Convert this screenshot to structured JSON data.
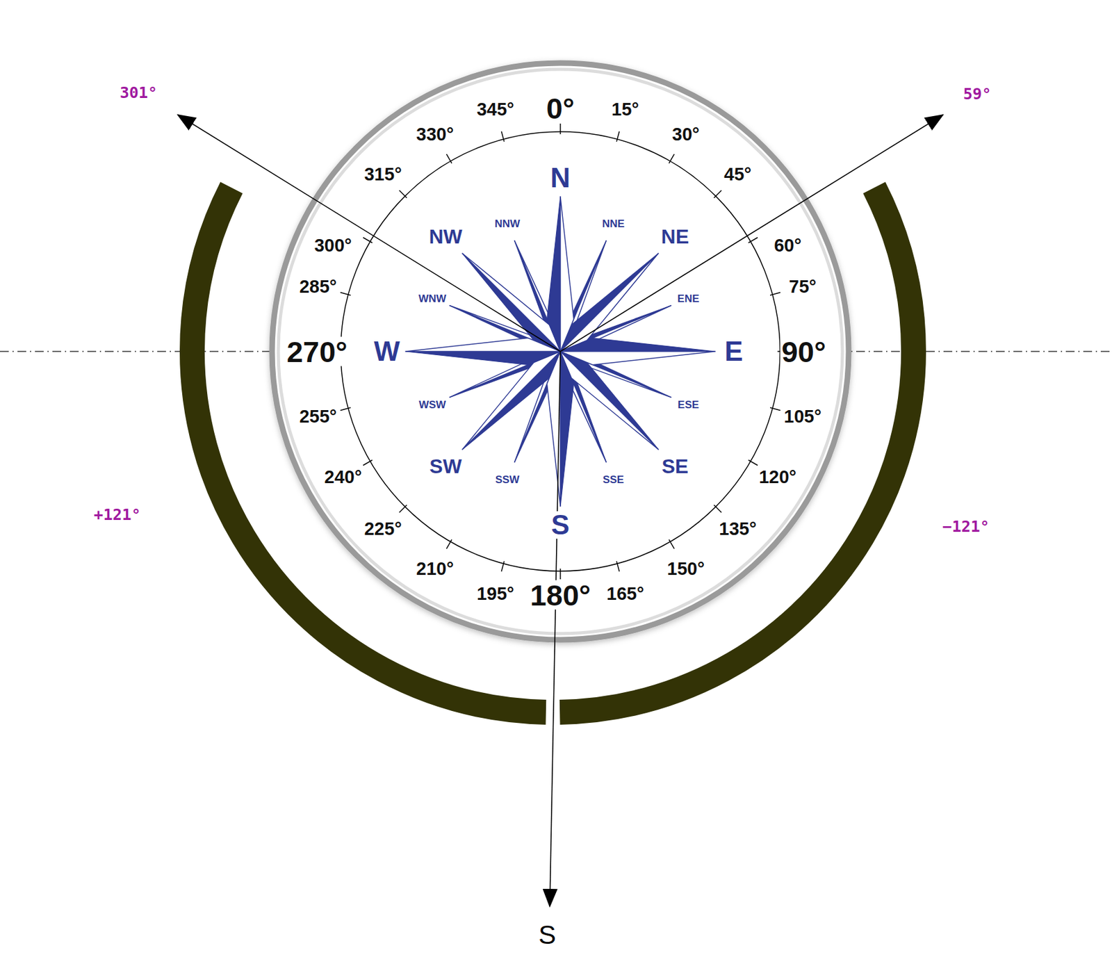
{
  "diagram": {
    "labels": [
      "301°",
      "59°",
      "+121°",
      "−121°",
      "S",
      "0°",
      "15°",
      "30°",
      "45°",
      "60°",
      "75°",
      "90°",
      "105°",
      "120°",
      "135°",
      "150°",
      "165°",
      "180°",
      "195°",
      "210°",
      "225°",
      "240°",
      "255°",
      "270°",
      "285°",
      "300°",
      "315°",
      "330°",
      "345°",
      "N",
      "NNE",
      "NE",
      "ENE",
      "E",
      "ESE",
      "SE",
      "SSE",
      "S",
      "SSW",
      "SW",
      "WSW",
      "W",
      "WNW",
      "NW",
      "NNW"
    ]
  }
}
